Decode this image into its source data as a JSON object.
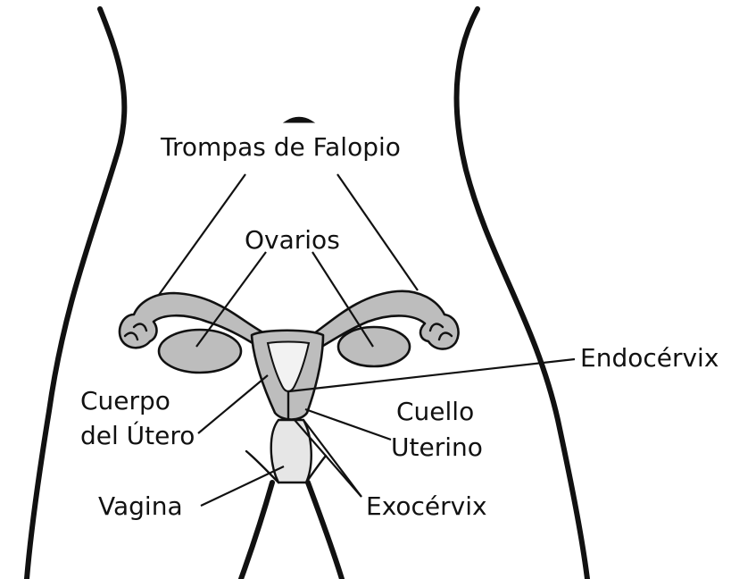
{
  "labels": {
    "fallopian_tubes": "Trompas de Falopio",
    "ovaries": "Ovarios",
    "uterus_body_line1": "Cuerpo",
    "uterus_body_line2": "del Útero",
    "endocervix": "Endocérvix",
    "cervix_line1": "Cuello",
    "cervix_line2": "Uterino",
    "vagina": "Vagina",
    "exocervix": "Exocérvix"
  },
  "colors": {
    "organ_fill": "#bdbdbd",
    "line": "#111111",
    "background": "#ffffff"
  }
}
